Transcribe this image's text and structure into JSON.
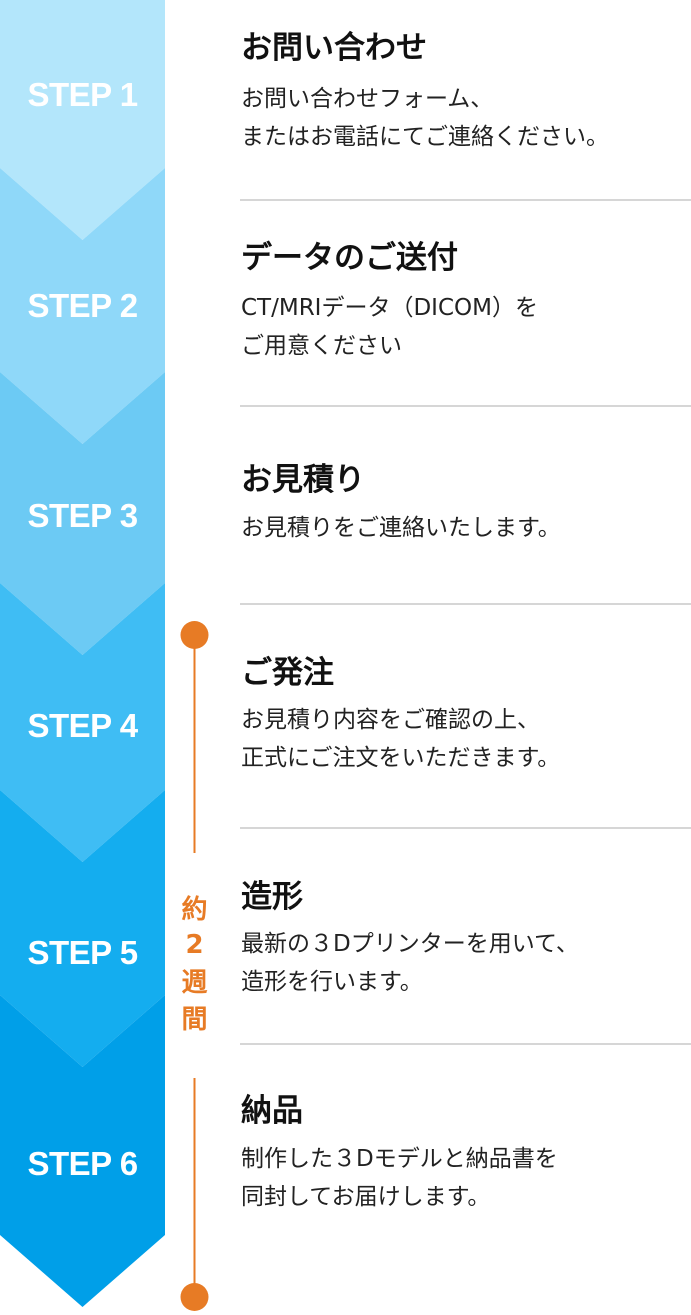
{
  "steps": [
    {
      "label": "STEP 1",
      "title": "お問い合わせ",
      "desc": [
        "お問い合わせフォーム、",
        "またはお電話にてご連絡ください。"
      ]
    },
    {
      "label": "STEP 2",
      "title": "データのご送付",
      "desc": [
        "CT/MRIデータ（DICOM）を",
        "ご用意ください"
      ]
    },
    {
      "label": "STEP 3",
      "title": "お見積り",
      "desc": [
        "お見積りをご連絡いたします。"
      ]
    },
    {
      "label": "STEP 4",
      "title": "ご発注",
      "desc": [
        "お見積り内容をご確認の上、",
        "正式にご注文をいただきます。"
      ]
    },
    {
      "label": "STEP 5",
      "title": "造形",
      "desc": [
        "最新の３Dプリンターを用いて、",
        "造形を行います。"
      ]
    },
    {
      "label": "STEP 6",
      "title": "納品",
      "desc": [
        "制作した３Dモデルと納品書を",
        "同封してお届けします。"
      ]
    }
  ],
  "duration": {
    "chars": [
      "約",
      "2",
      "週",
      "間"
    ]
  },
  "colors": {
    "steps": [
      "#b3e6fb",
      "#8fd8f9",
      "#6ccaf4",
      "#3fbdf4",
      "#14adef",
      "#009fe8"
    ],
    "timeline": "#e77b25",
    "divider": "#d6d6d6"
  }
}
